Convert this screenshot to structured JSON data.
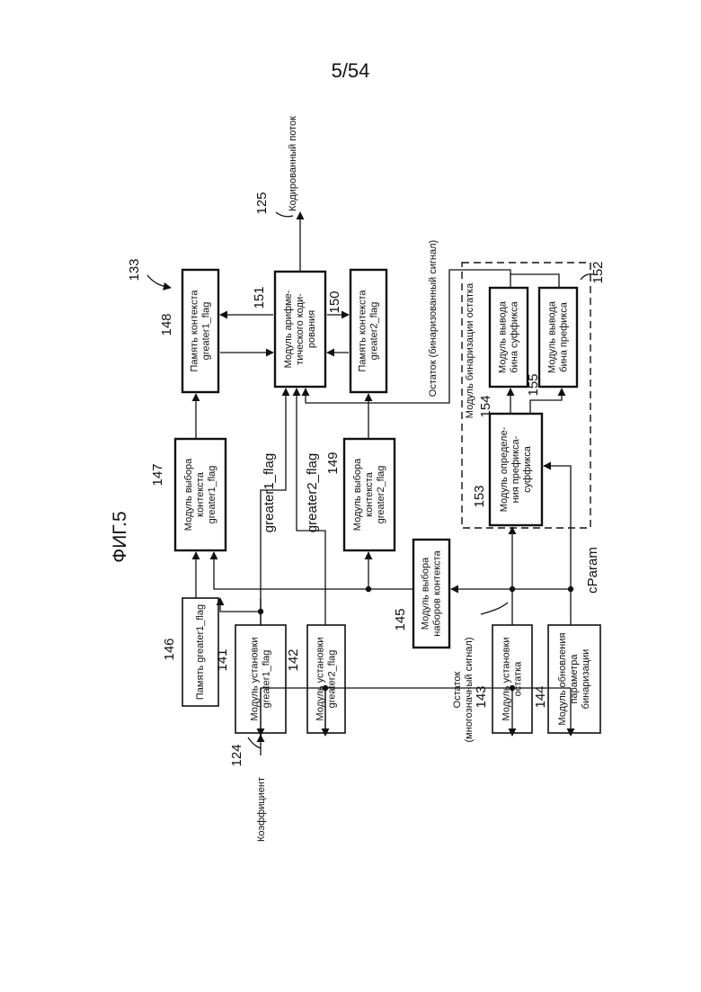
{
  "page_number": "5/54",
  "figure_title": "ФИГ.5",
  "module_number": "133",
  "input": {
    "label": "Коэффициент",
    "ref": "124"
  },
  "output": {
    "label": "Кодированный поток",
    "ref": "125"
  },
  "blocks": {
    "b146": {
      "ref": "146",
      "lines": [
        "Память greater1_flag"
      ]
    },
    "b141": {
      "ref": "141",
      "lines": [
        "Модуль установки",
        "greater1_flag"
      ]
    },
    "b142": {
      "ref": "142",
      "lines": [
        "Модуль установки",
        "greater2_flag"
      ]
    },
    "b143": {
      "ref": "143",
      "lines": [
        "Модуль установки",
        "остатка"
      ]
    },
    "b144": {
      "ref": "144",
      "lines": [
        "Модуль обновления",
        "параметра",
        "бинаризации"
      ]
    },
    "b145": {
      "ref": "145",
      "lines": [
        "Модуль выбора",
        "наборов контекста"
      ]
    },
    "b147": {
      "ref": "147",
      "lines": [
        "Модуль выбора",
        "контекста",
        "greater1_flag"
      ]
    },
    "b149": {
      "ref": "149",
      "lines": [
        "Модуль выбора",
        "контекста",
        "greater2_flag"
      ]
    },
    "b148": {
      "ref": "148",
      "lines": [
        "Память контекста",
        "greater1_flag"
      ]
    },
    "b150": {
      "ref": "150",
      "lines": [
        "Память контекста",
        "greater2_flag"
      ]
    },
    "b151": {
      "ref": "151",
      "lines": [
        "Модуль арифме-",
        "тического коди-",
        "рования"
      ]
    },
    "b153": {
      "ref": "153",
      "lines": [
        "Модуль определе-",
        "ния префикса-",
        "суффикса"
      ]
    },
    "b154": {
      "ref": "154",
      "lines": [
        "Модуль вывода",
        "бина суффикса"
      ]
    },
    "b155": {
      "ref": "155",
      "lines": [
        "Модуль вывода",
        "бина префикса"
      ]
    }
  },
  "group": {
    "ref": "152",
    "label": "Модуль бинаризации остатка"
  },
  "signals": {
    "greater1": "greater1_flag",
    "greater2": "greater2_flag",
    "cparam": "cParam",
    "remainder_multi": [
      "Остаток",
      "(многозначный сигнал)"
    ],
    "remainder_binary": "Остаток (бинаризованный сигнал)"
  }
}
